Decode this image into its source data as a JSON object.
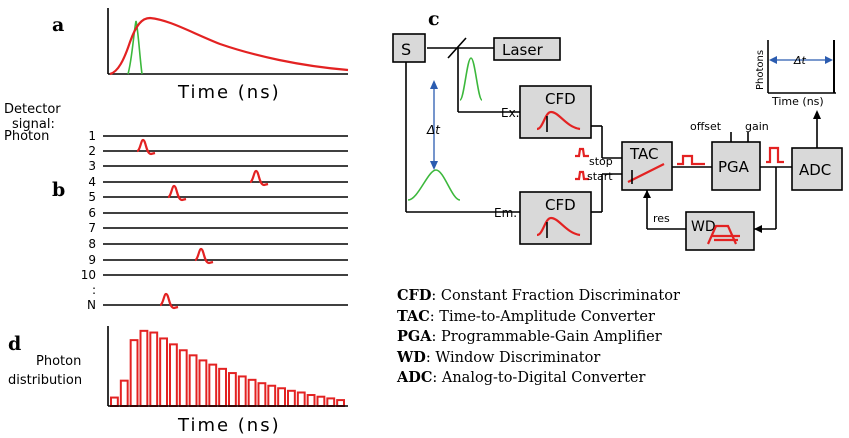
{
  "labels": {
    "a": "a",
    "b": "b",
    "c": "c",
    "d": "d"
  },
  "panel_a": {
    "xlabel": "Time (ns)"
  },
  "panel_b": {
    "detector_label_1": "Detector",
    "detector_label_2": "signal:",
    "photon_label": "Photon",
    "row_labels": [
      "1",
      "2",
      "3",
      "4",
      "5",
      "6",
      "7",
      "8",
      "9",
      "10",
      ":",
      "N"
    ]
  },
  "panel_d": {
    "ylabel_1": "Photon",
    "ylabel_2": "distribution",
    "xlabel": "Time (ns)"
  },
  "panel_c": {
    "source": "S",
    "laser": "Laser",
    "ex": "Ex.",
    "em": "Em.",
    "cfd": "CFD",
    "tac": "TAC",
    "pga": "PGA",
    "adc": "ADC",
    "wd": "WD",
    "offset": "offset",
    "gain": "gain",
    "stop": "stop",
    "start": "start",
    "res": "res",
    "delta_t": "Δt",
    "inset_ylabel": "Photons",
    "inset_xlabel": "Time (ns)",
    "inset_delta_t": "Δt"
  },
  "legend": [
    {
      "abbr": "CFD",
      "desc": ": Constant Fraction Discriminator"
    },
    {
      "abbr": "TAC",
      "desc": ": Time-to-Amplitude Converter"
    },
    {
      "abbr": "PGA",
      "desc": ": Programmable-Gain Amplifier"
    },
    {
      "abbr": "WD",
      "desc": ": Window Discriminator"
    },
    {
      "abbr": "ADC",
      "desc": ": Analog-to-Digital Converter"
    }
  ],
  "chart_data": {
    "type": "bar",
    "title": "",
    "ylabel": "Photon distribution",
    "xlabel": "Time (ns)",
    "values": [
      10,
      30,
      78,
      89,
      87,
      80,
      73,
      66,
      60,
      54,
      49,
      44,
      39,
      35,
      31,
      27,
      24,
      21,
      18,
      16,
      13,
      11,
      9,
      7
    ]
  },
  "colors": {
    "signal": "#e32222",
    "excitation": "#3cb83c",
    "box": "#d9d9d9",
    "arrow": "#2b5cb0"
  }
}
